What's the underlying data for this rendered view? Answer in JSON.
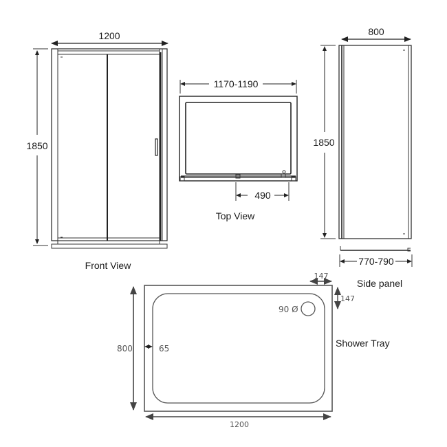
{
  "front_view": {
    "title": "Front View",
    "width_label": "1200",
    "height_label": "1850"
  },
  "top_view": {
    "title": "Top View",
    "width_label": "1170-1190",
    "door_label": "490"
  },
  "side_panel": {
    "title": "Side panel",
    "width_label": "800",
    "height_label": "1850",
    "adjust_label": "770-790"
  },
  "shower_tray": {
    "title": "Shower Tray",
    "width_label": "1200",
    "depth_label": "800",
    "rim_label": "65",
    "waste_label": "90 Ø",
    "waste_offset_x_label": "147",
    "waste_offset_y_label": "147"
  },
  "colors": {
    "line": "#222222",
    "tray_line": "#555555",
    "background": "#ffffff"
  }
}
